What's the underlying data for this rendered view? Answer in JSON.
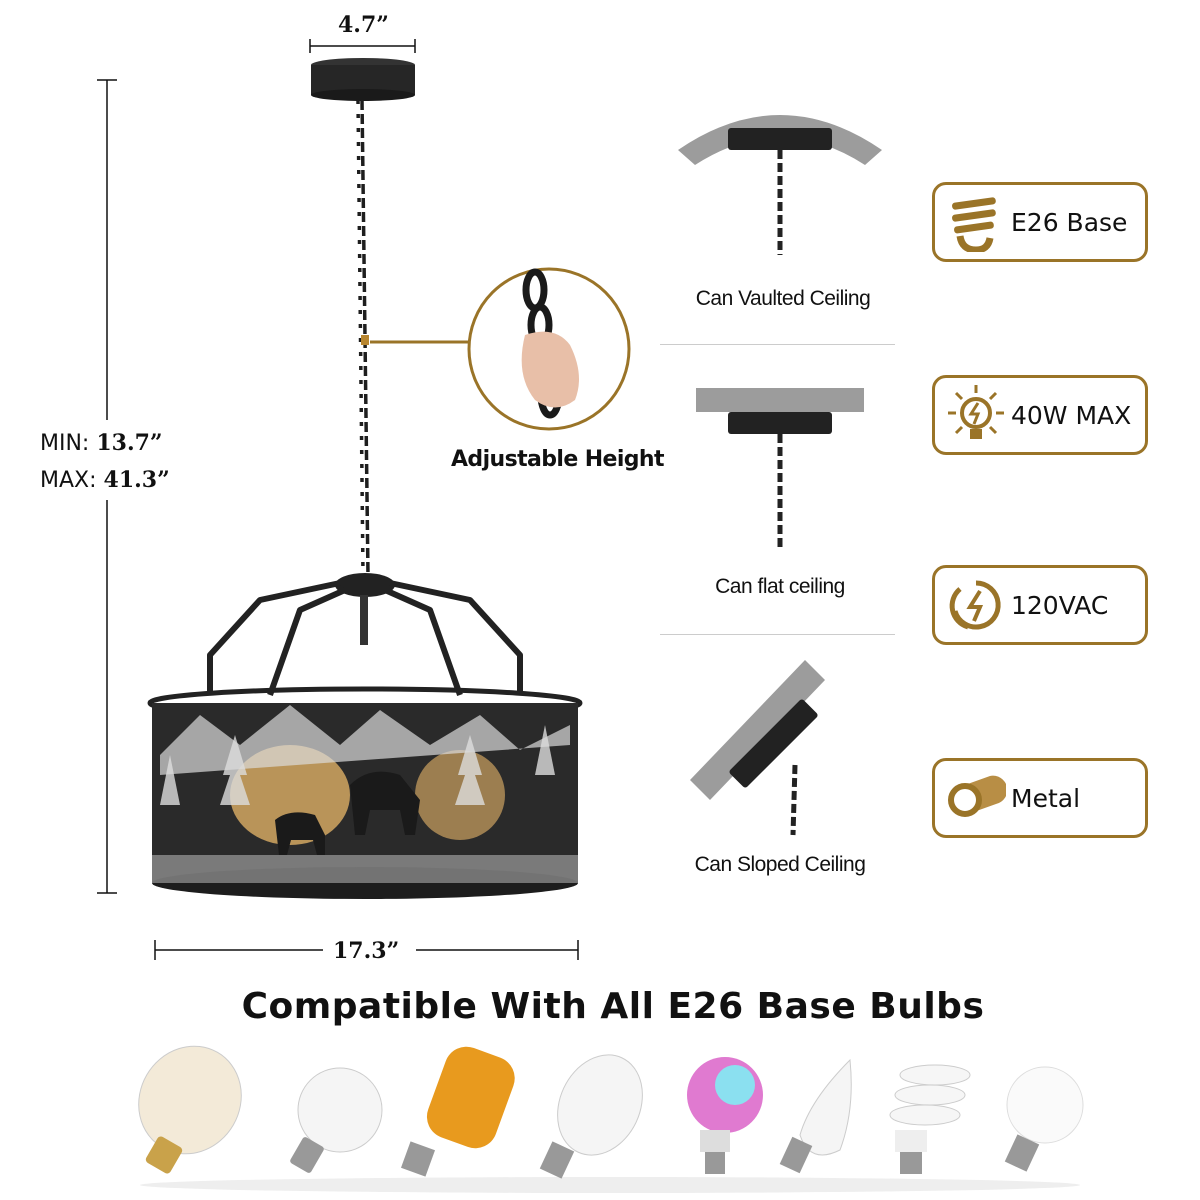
{
  "dimensions": {
    "canopy_width": "4.7”",
    "height_min_label": "MIN:",
    "height_min_value": "13.7”",
    "height_max_label": "MAX:",
    "height_max_value": "41.3”",
    "drum_width": "17.3”"
  },
  "detail": {
    "caption": "Adjustable Height"
  },
  "ceiling_types": [
    {
      "label": "Can Vaulted Ceiling"
    },
    {
      "label": "Can flat ceiling"
    },
    {
      "label": "Can Sloped Ceiling"
    }
  ],
  "badges": [
    {
      "icon": "cfl-base-icon",
      "label": "E26 Base"
    },
    {
      "icon": "bulb-power-icon",
      "label": "40W MAX"
    },
    {
      "icon": "voltage-cycle-icon",
      "label": "120VAC"
    },
    {
      "icon": "metal-cylinder-icon",
      "label": "Metal"
    }
  ],
  "compatibility": {
    "heading": "Compatible With All E26 Base Bulbs",
    "bulbs": [
      "edison-st64-bulb",
      "edison-a19-bulb",
      "flame-effect-bulb",
      "edison-st58-bulb",
      "rgb-smart-bulb",
      "candle-bulb",
      "spiral-cfl-bulb",
      "led-a19-bulb"
    ]
  },
  "colors": {
    "accent_gold": "#9a7428",
    "fixture_black": "#222222",
    "ceiling_gray": "#9c9c9c"
  }
}
